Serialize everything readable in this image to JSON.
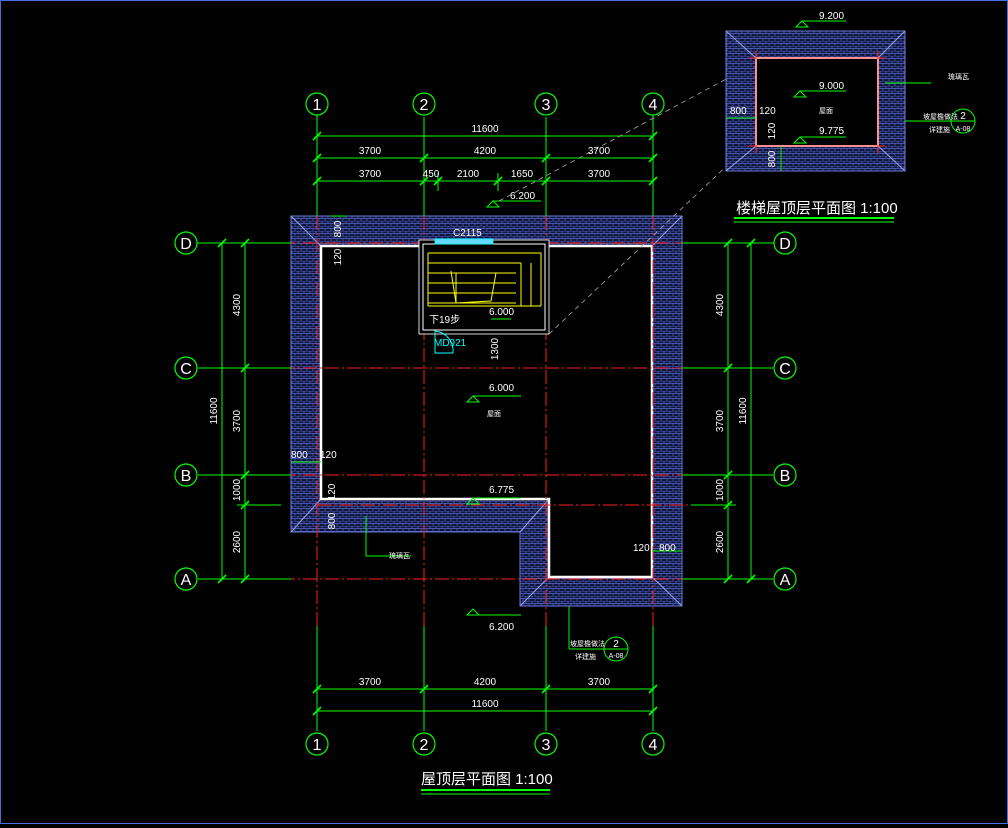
{
  "plan": {
    "title": "屋顶层平面图 1:100",
    "axes_x": [
      "1",
      "2",
      "3",
      "4"
    ],
    "axes_y": [
      "D",
      "C",
      "B",
      "A"
    ],
    "dims_top_total": "11600",
    "dims_top_row1": [
      "3700",
      "4200",
      "3700"
    ],
    "dims_top_row2": [
      "3700",
      "450",
      "2100",
      "1650",
      "3700"
    ],
    "dims_bottom_row1": [
      "3700",
      "4200",
      "3700"
    ],
    "dims_bottom_total": "11600",
    "dims_left_total": "11600",
    "dims_left_row": [
      "4300",
      "3700",
      "1000",
      "2600"
    ],
    "dims_right_total": "11600",
    "dims_right_row": [
      "4300",
      "3700",
      "1000",
      "2600"
    ],
    "labels": {
      "elev_top": "6.200",
      "elev_stair": "6.000",
      "elev_roof": "6.000",
      "roof_label": "屋面",
      "elev_ridge": "6.775",
      "elev_bottom": "6.200",
      "window": "C2115",
      "door": "MD921",
      "stair_note": "下19步",
      "d1300": "1300",
      "d800_top": "800",
      "d120_top": "120",
      "d800_left": "800",
      "d120_left": "120",
      "d120_lower": "120",
      "d800_lower": "800",
      "d120_right": "120",
      "d800_right": "800",
      "tile_note": "琉璃瓦",
      "detail_note1": "坡屋檐做法",
      "detail_note2": "详建施",
      "detail_num": "2",
      "detail_ref": "A-08"
    }
  },
  "inset": {
    "title": "楼梯屋顶层平面图 1:100",
    "elev_top": "9.200",
    "elev_roof": "9.000",
    "roof_label": "屋面",
    "elev_ridge": "9.775",
    "d800": "800",
    "d120": "120",
    "d120b": "120",
    "d800b": "800",
    "tile_note": "琉璃瓦",
    "detail_note1": "坡屋檐做法",
    "detail_note2": "详建施",
    "detail_num": "2",
    "detail_ref": "A-08"
  },
  "colors": {
    "background": "#000000",
    "dim_green": "#00ff00",
    "axis_red": "#ff2020",
    "wall_white": "#ffffff",
    "roof_tile_blue": "#3f4fb0",
    "stair_yellow": "#ffff00",
    "cyan": "#00ffff"
  }
}
